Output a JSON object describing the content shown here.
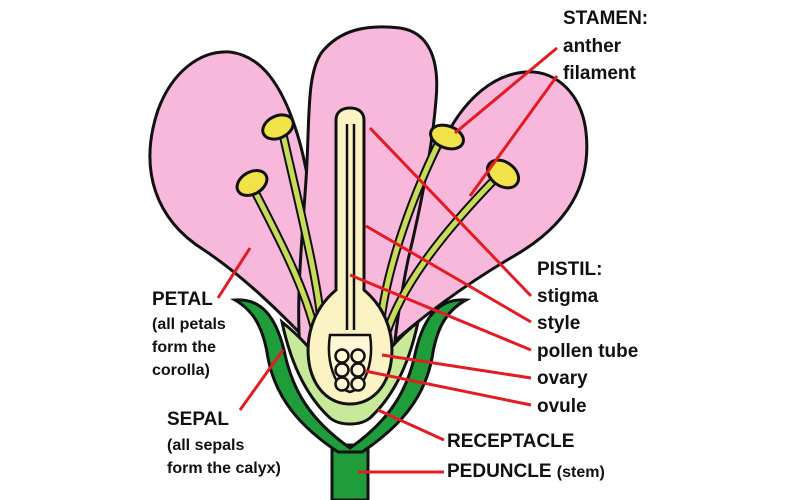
{
  "labels": {
    "stamen": "STAMEN:",
    "anther": "anther",
    "filament": "filament",
    "pistil": "PISTIL:",
    "stigma": "stigma",
    "style": "style",
    "pollen_tube": "pollen tube",
    "ovary": "ovary",
    "ovule": "ovule",
    "receptacle": "RECEPTACLE",
    "peduncle": "PEDUNCLE",
    "peduncle_note": "(stem)",
    "petal": "PETAL",
    "petal_note": [
      "(all petals",
      "form the",
      "corolla)"
    ],
    "sepal": "SEPAL",
    "sepal_note": [
      "(all sepals",
      "form the calyx)"
    ]
  },
  "colors": {
    "petal": "#f7b8dc",
    "sepal": "#1f9d3a",
    "stem": "#1f9d3a",
    "receptacle_inner": "#c8e89a",
    "pistil": "#fbf3c4",
    "filament": "#c8dc5a",
    "anther": "#f2e24a",
    "leader_line": "#e31b23",
    "outline": "#111111"
  }
}
